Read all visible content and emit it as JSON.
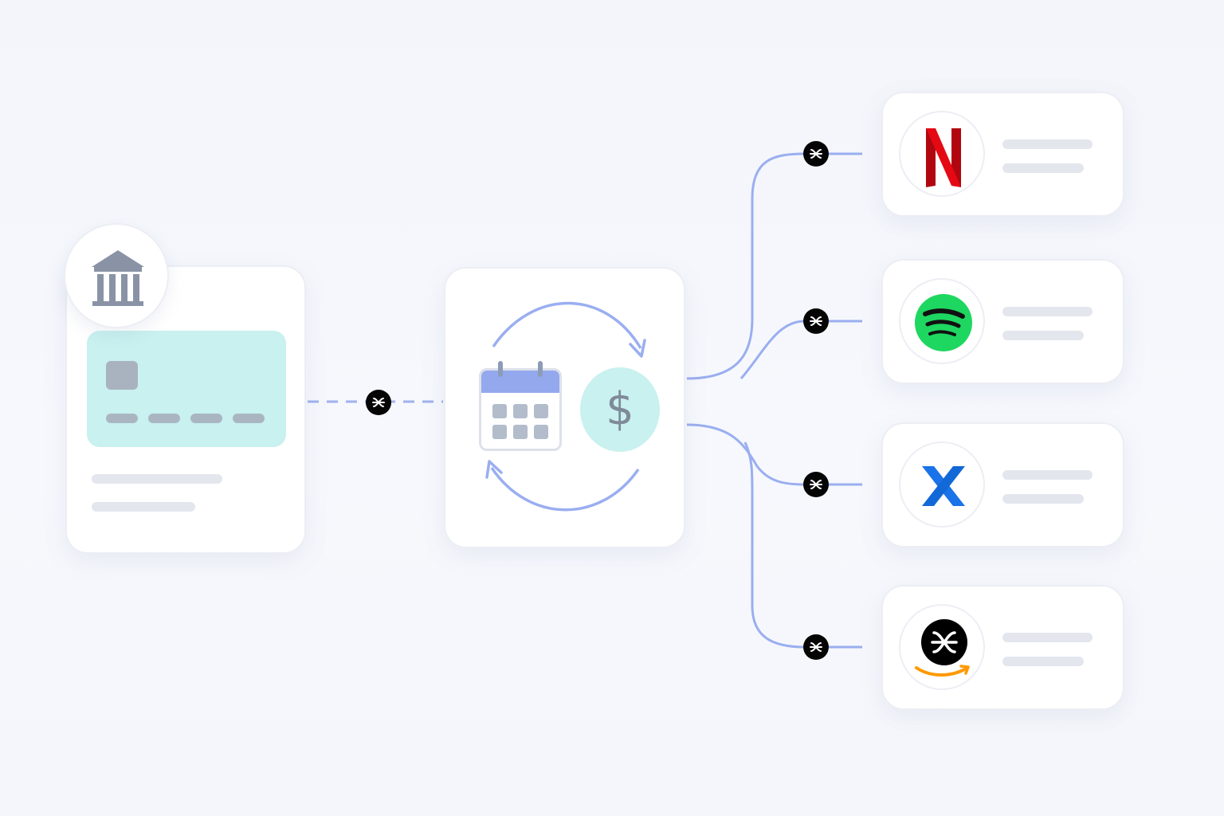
{
  "scene": {
    "description_free": true,
    "accent_color": "#9aaef0",
    "teal_color": "#c8f1ef",
    "connector_style": "rounded-line with black link badges"
  },
  "source": {
    "icon": "bank-icon",
    "card_icon": "credit-card-icon",
    "link_style": "dashed"
  },
  "hub": {
    "icons": [
      "calendar-icon",
      "dollar-icon",
      "refresh-cycle-icon"
    ],
    "currency_symbol": "$"
  },
  "services": [
    {
      "icon": "netflix-logo",
      "logo_text": "N",
      "color": "#e50914"
    },
    {
      "icon": "spotify-logo",
      "color": "#1ed760"
    },
    {
      "icon": "x-logo",
      "logo_text": "X",
      "color": "#1a73e8"
    },
    {
      "icon": "amazon-logo",
      "color": "#ff9900"
    }
  ]
}
